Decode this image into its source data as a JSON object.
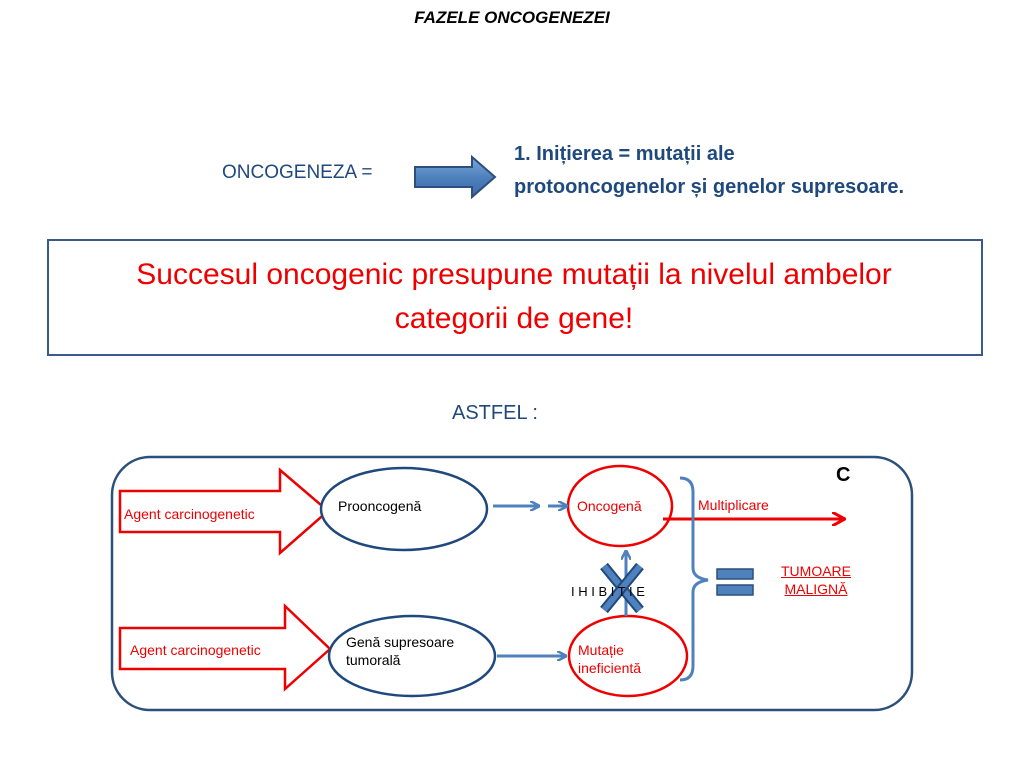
{
  "title": "FAZELE ONCOGENEZEI",
  "header": {
    "oncogeneza_label": "ONCOGENEZA =",
    "initiation_line1": "1. Inițierea = mutații ale",
    "initiation_line2": "protooncogenelor și genelor supresoare."
  },
  "message": {
    "line1": "Succesul oncogenic presupune mutații la nivelul ambelor",
    "line2": "categorii de gene!"
  },
  "astfel": "ASTFEL :",
  "diagram": {
    "corner_letter": "C",
    "top_agent": "Agent carcinogenetic",
    "bottom_agent": "Agent carcinogenetic",
    "proto": "Prooncogenă",
    "oncogene": "Oncogenă",
    "multiplication": "Multiplicare",
    "suppressor_line1": "Genă supresoare",
    "suppressor_line2": "tumorală",
    "mutation_line1": "Mutație",
    "mutation_line2": "ineficientă",
    "inhibition": "I H I B I T I E",
    "result_line1": "TUMOARE",
    "result_line2": "MALIGNĂ"
  },
  "colors": {
    "dark_blue": "#1f497d",
    "arrow_blue": "#4f81bd",
    "red": "#ee0000"
  }
}
